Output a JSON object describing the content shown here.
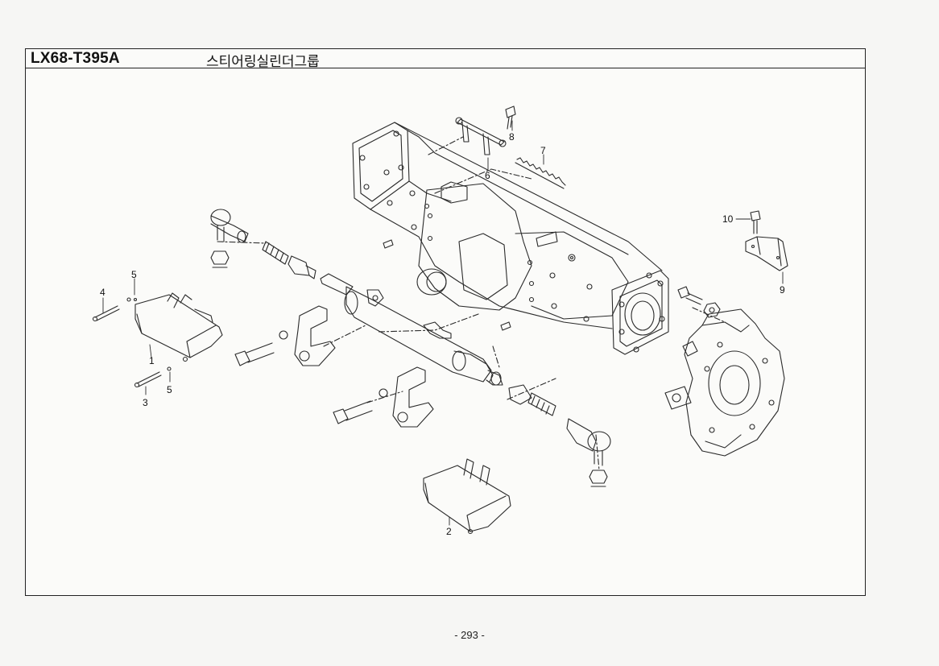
{
  "header": {
    "code": "LX68-T395A",
    "title": "스티어링실린더그룹"
  },
  "callouts": {
    "c1": "1",
    "c2": "2",
    "c3": "3",
    "c4": "4",
    "c5a": "5",
    "c5b": "5",
    "c6": "6",
    "c7": "7",
    "c8": "8",
    "c9": "9",
    "c10": "10"
  },
  "footer": {
    "page": "- 293 -"
  },
  "colors": {
    "line": "#2a2a2a",
    "paper": "#fbfbf9"
  }
}
